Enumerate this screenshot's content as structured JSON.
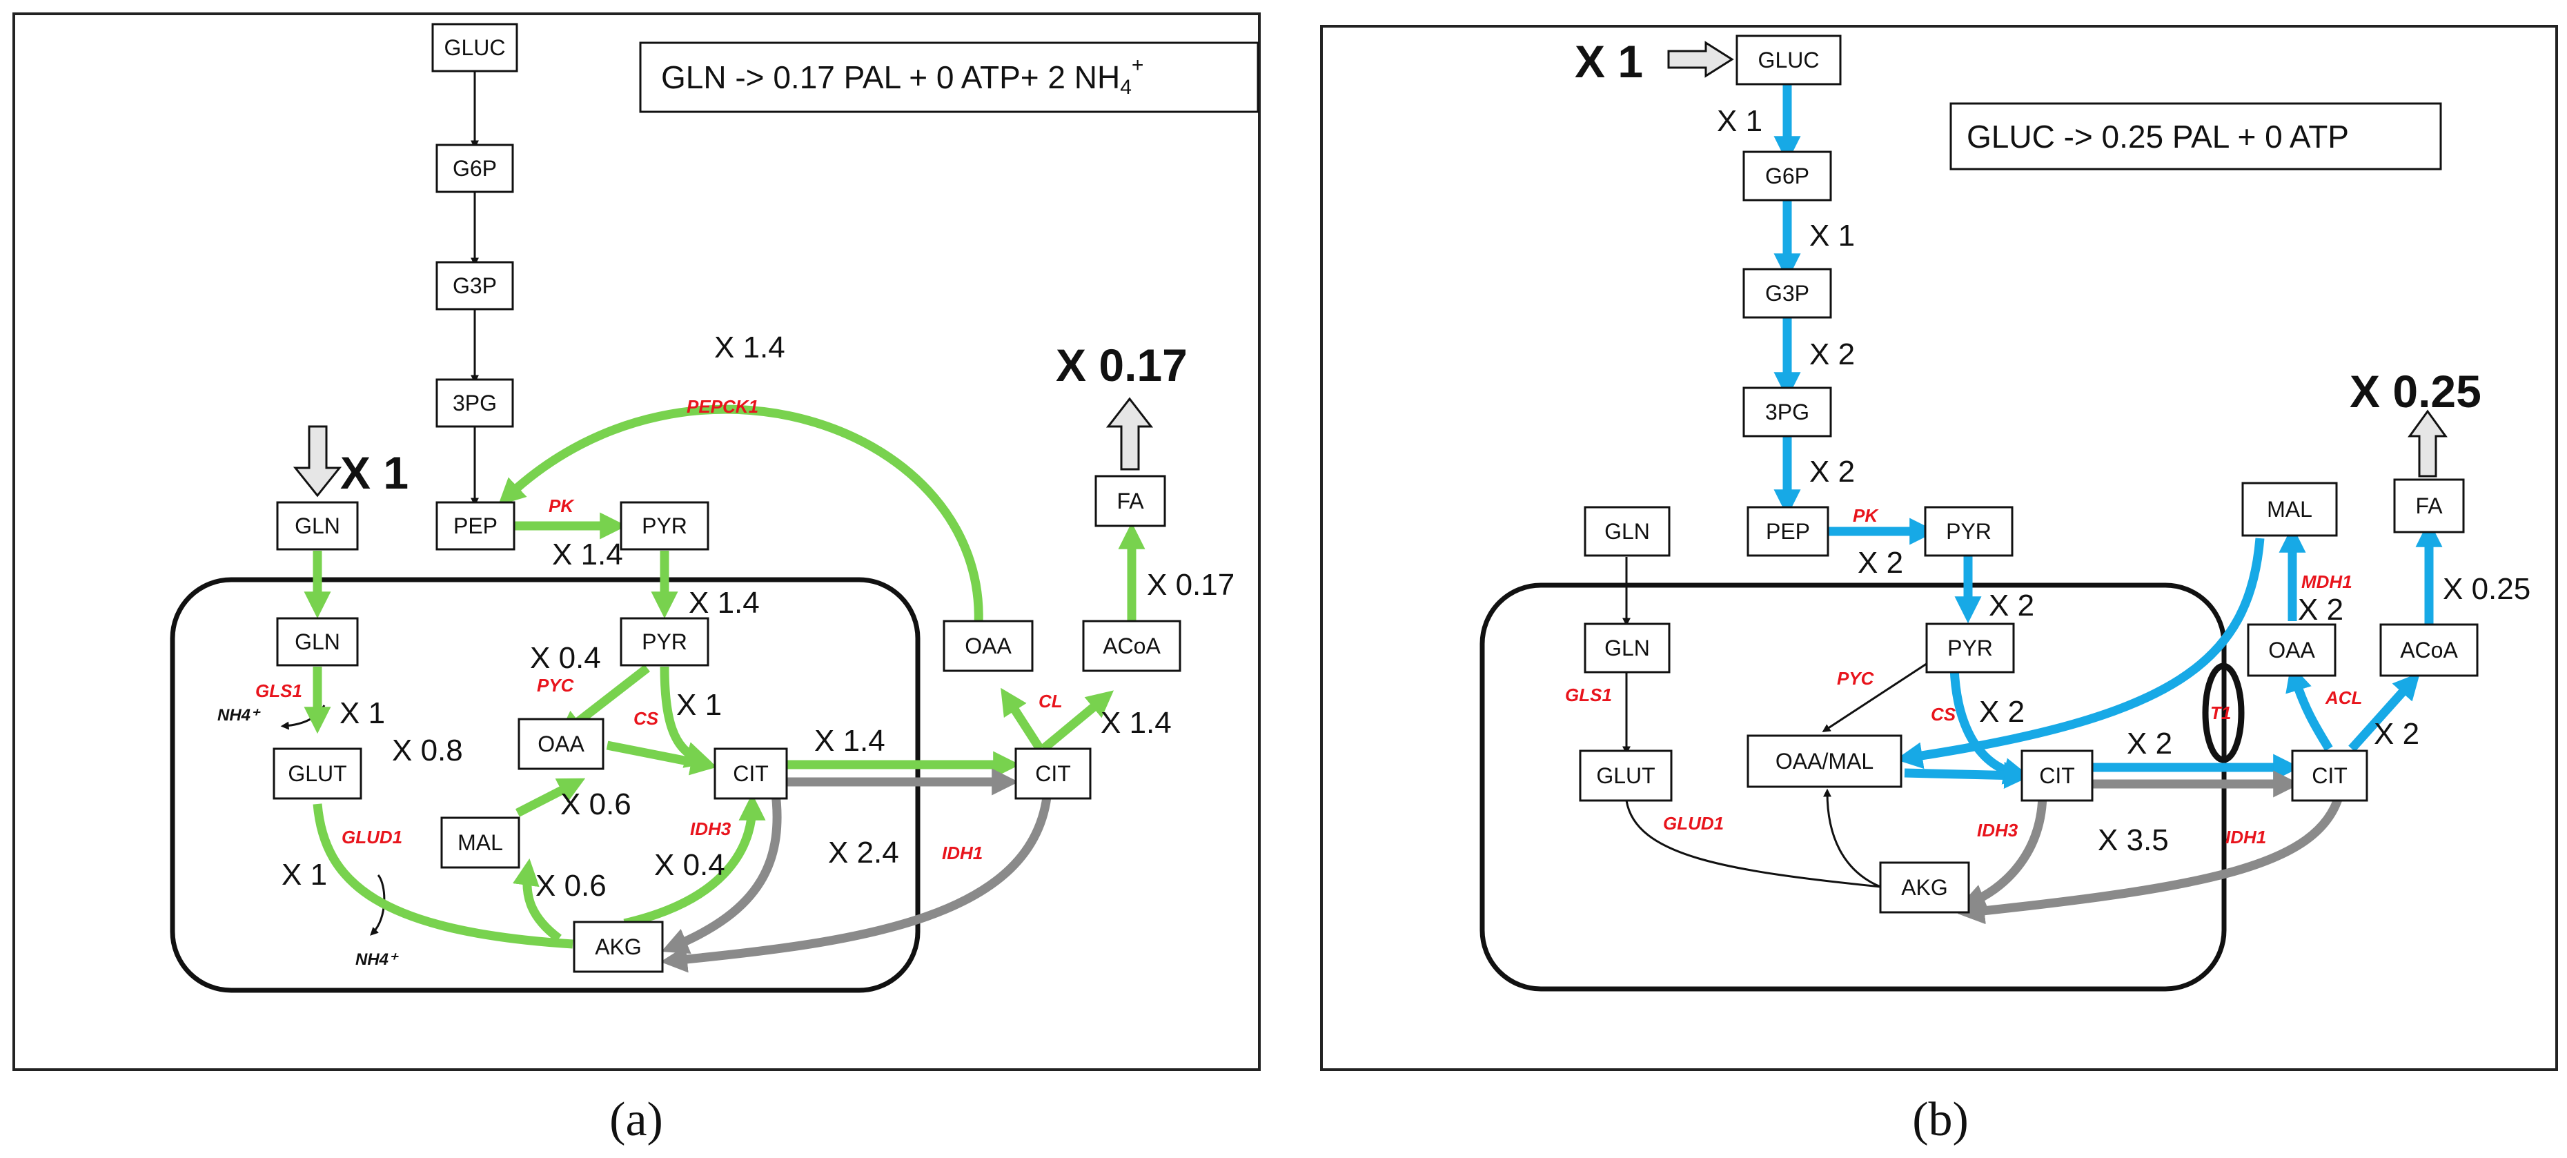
{
  "colors": {
    "flux_glutamine": "#78d24e",
    "flux_glucose": "#17a9e6",
    "flux_reverse": "#8a8a8a",
    "enzyme_label": "#e8141c"
  },
  "panel_a": {
    "caption": "(a)",
    "equation": {
      "main": "GLN -> 0.17 PAL + 0 ATP+ 2 NH",
      "sub": "4",
      "sup": "+"
    },
    "input_mult": "X 1",
    "output_mult": "X 0.17",
    "metabolites": {
      "gluc": "GLUC",
      "g6p": "G6P",
      "g3p": "G3P",
      "pg3": "3PG",
      "pep": "PEP",
      "pyr_c": "PYR",
      "gln_out": "GLN",
      "gln_in": "GLN",
      "glut": "GLUT",
      "pyr_m": "PYR",
      "oaa_m": "OAA",
      "mal": "MAL",
      "akg": "AKG",
      "cit_m": "CIT",
      "oaa_c": "OAA",
      "acoa": "ACoA",
      "cit_c": "CIT",
      "fa": "FA"
    },
    "enzymes": {
      "pepck1": "PEPCK1",
      "pk": "PK",
      "gls1": "GLS1",
      "pyc": "PYC",
      "cs": "CS",
      "glud1": "GLUD1",
      "idh3": "IDH3",
      "cl": "CL",
      "idh1": "IDH1"
    },
    "byproducts": {
      "nh4_a": "NH4⁺",
      "nh4_b": "NH4⁺"
    },
    "multipliers": {
      "pepck1": "X 1.4",
      "pk": "X 1.4",
      "pyr_in": "X 1.4",
      "pyc": "X 0.4",
      "cs": "X 1",
      "gls1": "X 1",
      "glut": "X 0.8",
      "mal_oaa": "X 0.6",
      "akg_mal": "X 0.6",
      "glud1": "X 1",
      "akg_cit": "X 0.4",
      "cit_export": "X 1.4",
      "idh1": "X 2.4",
      "cl": "X 1.4",
      "acoa_fa": "X 0.17"
    }
  },
  "panel_b": {
    "caption": "(b)",
    "equation": {
      "main": "GLUC -> 0.25 PAL + 0 ATP"
    },
    "input_mult": "X 1",
    "output_mult": "X 0.25",
    "metabolites": {
      "gluc": "GLUC",
      "g6p": "G6P",
      "g3p": "G3P",
      "pg3": "3PG",
      "pep": "PEP",
      "pyr_c": "PYR",
      "gln_out": "GLN",
      "gln_in": "GLN",
      "glut": "GLUT",
      "pyr_m": "PYR",
      "oaamal": "OAA/MAL",
      "cit_m": "CIT",
      "akg": "AKG",
      "mal": "MAL",
      "oaa_c": "OAA",
      "fa": "FA",
      "acoa": "ACoA",
      "cit_c": "CIT"
    },
    "enzymes": {
      "pk": "PK",
      "pyc": "PYC",
      "cs": "CS",
      "gls1": "GLS1",
      "glud1": "GLUD1",
      "idh3": "IDH3",
      "t1": "T1",
      "mdh1": "MDH1",
      "acl": "ACL",
      "idh1": "IDH1"
    },
    "multipliers": {
      "gluc_g6p": "X 1",
      "g6p_g3p": "X 1",
      "g3p_3pg": "X 2",
      "pg3_pep": "X 2",
      "pk": "X 2",
      "pyr_in": "X 2",
      "cs": "X 2",
      "cit_export": "X 2",
      "mdh1": "X 2",
      "acl": "X 2",
      "acoa_fa": "X 0.25",
      "idh1": "X 3.5"
    }
  }
}
